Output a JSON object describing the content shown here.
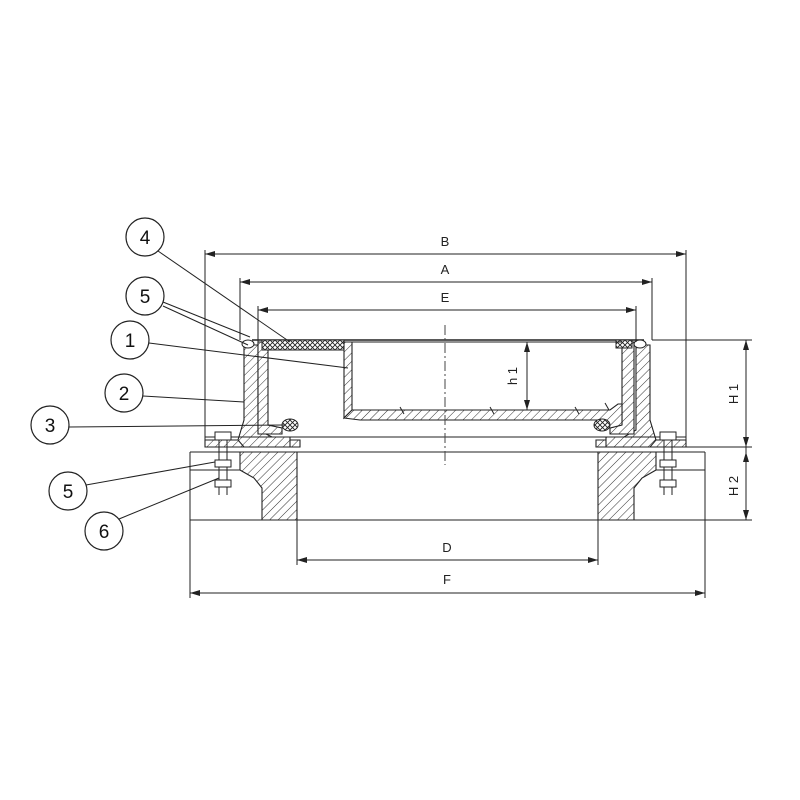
{
  "dimensions": {
    "B": "B",
    "A": "A",
    "E": "E",
    "D": "D",
    "F": "F",
    "h1": "h 1",
    "H1": "H 1",
    "H2": "H 2"
  },
  "callouts": [
    {
      "number": "4"
    },
    {
      "number": "5"
    },
    {
      "number": "1"
    },
    {
      "number": "2"
    },
    {
      "number": "3"
    },
    {
      "number": "5"
    },
    {
      "number": "6"
    }
  ]
}
